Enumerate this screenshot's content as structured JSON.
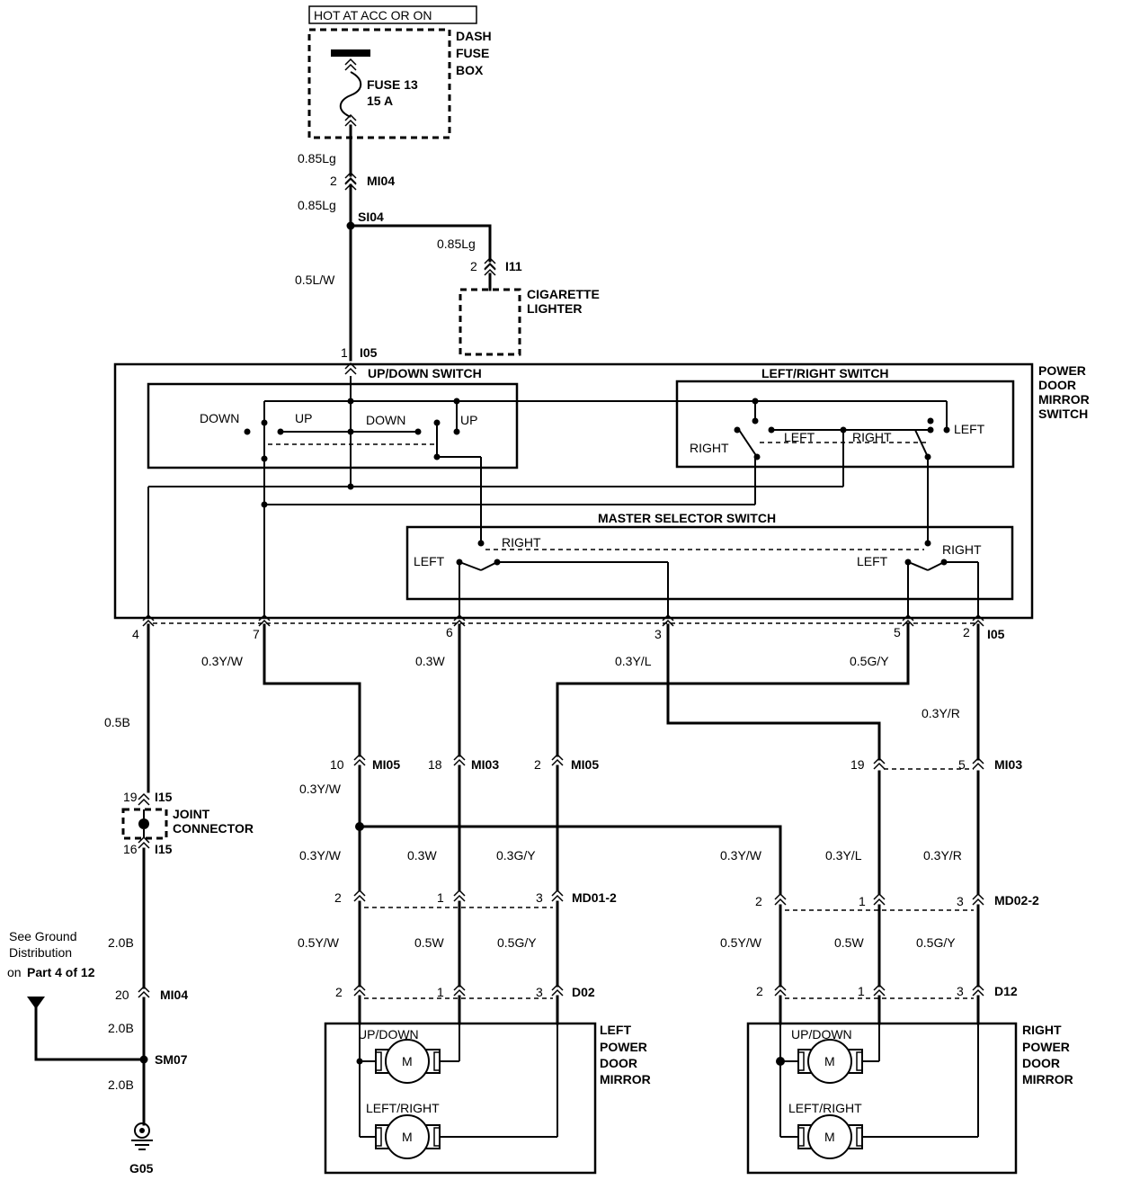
{
  "power": {
    "hot_label": "HOT AT ACC OR ON",
    "fuse_box_label": [
      "DASH",
      "FUSE",
      "BOX"
    ],
    "fuse_name": "FUSE 13",
    "fuse_rating": "15 A"
  },
  "supply": {
    "wire_a": "0.85Lg",
    "mi04_pin": "2",
    "mi04": "MI04",
    "wire_b": "0.85Lg",
    "splice": "SI04",
    "wire_c": "0.85Lg",
    "i11_pin": "2",
    "i11": "I11",
    "lighter": [
      "CIGARETTE",
      "LIGHTER"
    ],
    "wire_d": "0.5L/W",
    "i05_pin": "1",
    "i05": "I05"
  },
  "switch": {
    "title": [
      "POWER",
      "DOOR",
      "MIRROR",
      "SWITCH"
    ],
    "updown_title": "UP/DOWN SWITCH",
    "updown_labels": [
      "DOWN",
      "UP",
      "DOWN",
      "UP"
    ],
    "lr_title": "LEFT/RIGHT SWITCH",
    "lr_labels": [
      "RIGHT",
      "LEFT",
      "RIGHT",
      "LEFT"
    ],
    "master_title": "MASTER SELECTOR SWITCH",
    "master_labels": [
      "LEFT",
      "RIGHT",
      "LEFT",
      "RIGHT"
    ]
  },
  "bottom_connector": {
    "pins": [
      "4",
      "7",
      "6",
      "3",
      "5",
      "2"
    ],
    "name": "I05"
  },
  "wires_row1": {
    "w4": "0.5B",
    "w7": "0.3Y/W",
    "w6": "0.3W",
    "w3": "0.3Y/L",
    "w5": "0.5G/Y",
    "w2": "0.3Y/R"
  },
  "mi_connectors": {
    "mi05a_pin": "10",
    "mi05a": "MI05",
    "mi03a_pin": "18",
    "mi03a": "MI03",
    "mi05b_pin": "2",
    "mi05b": "MI05",
    "mi03b_pin1": "19",
    "mi03b_pin2": "5",
    "mi03b": "MI03"
  },
  "ground": {
    "i15_top_pin": "19",
    "i15_top": "I15",
    "joint": [
      "JOINT",
      "CONNECTOR"
    ],
    "i15_bot_pin": "16",
    "i15_bot": "I15",
    "wire_a": "2.0B",
    "mi04_pin": "20",
    "mi04": "MI04",
    "wire_b": "2.0B",
    "splice": "SM07",
    "wire_c": "2.0B",
    "ground_name": "G05",
    "note_line1": "See Ground",
    "note_line2": "Distribution",
    "note_on": "on",
    "note_part": "Part 4 of 12"
  },
  "left_side": {
    "wire_yw": "0.3Y/W",
    "w1": "0.3Y/W",
    "w2": "0.3W",
    "w3": "0.3G/Y",
    "md_pins": [
      "2",
      "1",
      "3"
    ],
    "md": "MD01-2",
    "w4": "0.5Y/W",
    "w5": "0.5W",
    "w6": "0.5G/Y",
    "d_pins": [
      "2",
      "1",
      "3"
    ],
    "d": "D02",
    "mirror": [
      "LEFT",
      "POWER",
      "DOOR",
      "MIRROR"
    ],
    "updown": "UP/DOWN",
    "leftright": "LEFT/RIGHT",
    "motor": "M"
  },
  "right_side": {
    "w1": "0.3Y/W",
    "w2": "0.3Y/L",
    "w3": "0.3Y/R",
    "md_pins": [
      "2",
      "1",
      "3"
    ],
    "md": "MD02-2",
    "w4": "0.5Y/W",
    "w5": "0.5W",
    "w6": "0.5G/Y",
    "d_pins": [
      "2",
      "1",
      "3"
    ],
    "d": "D12",
    "mirror": [
      "RIGHT",
      "POWER",
      "DOOR",
      "MIRROR"
    ],
    "updown": "UP/DOWN",
    "leftright": "LEFT/RIGHT",
    "motor": "M"
  }
}
